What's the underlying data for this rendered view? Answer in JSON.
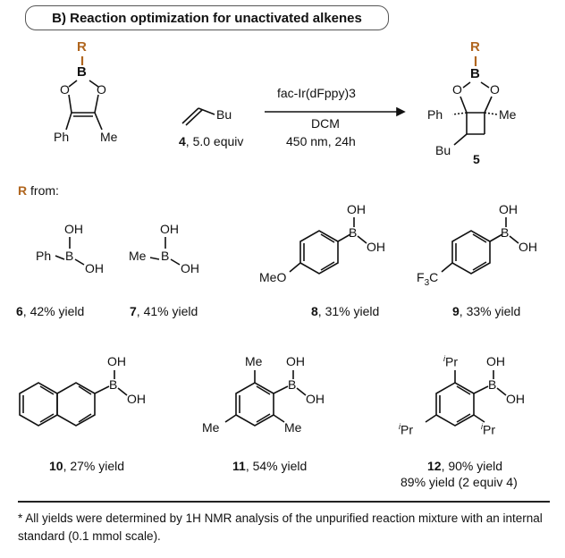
{
  "title": "B) Reaction optimization for unactivated alkenes",
  "reagent": {
    "name": "fac-Ir(dFppy)3",
    "solvent": "DCM",
    "conditions": "450 nm, 24h"
  },
  "alkene": {
    "compound_number": "4",
    "equiv_text": ", 5.0 equiv",
    "substituent": "Bu"
  },
  "product": {
    "compound_number": "5"
  },
  "r_from_label": "from:",
  "atom_labels": {
    "R": "R",
    "B": "B",
    "O": "O",
    "Ph": "Ph",
    "Me": "Me",
    "Bu": "Bu",
    "OH": "OH",
    "MeO": "MeO",
    "iPr": "Pr",
    "i": "i"
  },
  "compounds": [
    {
      "number": "6",
      "yield": ", 42% yield"
    },
    {
      "number": "7",
      "yield": ", 41% yield"
    },
    {
      "number": "8",
      "yield": ", 31% yield"
    },
    {
      "number": "9",
      "yield": ", 33% yield"
    },
    {
      "number": "10",
      "yield": ", 27% yield"
    },
    {
      "number": "11",
      "yield": ", 54% yield"
    },
    {
      "number": "12",
      "yield": ", 90% yield",
      "extra": "89% yield (2 equiv 4)"
    }
  ],
  "footnote": "* All yields were determined by 1H NMR analysis of the unpurified reaction mixture with an internal standard (0.1 mmol scale)."
}
